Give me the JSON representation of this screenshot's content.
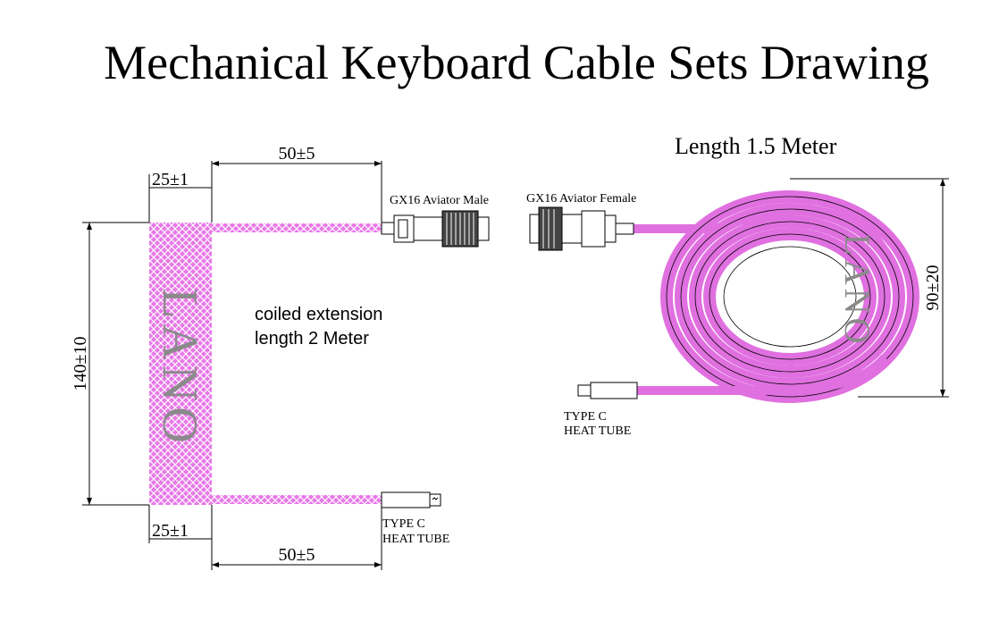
{
  "title": "Mechanical Keyboard Cable Sets Drawing",
  "coiled_cable": {
    "dim_top_left": "25±1",
    "dim_top_right": "50±5",
    "dim_bottom_left": "25±1",
    "dim_bottom_right": "50±5",
    "dim_height": "140±10",
    "brand": "LANO",
    "description_line1": "coiled extension",
    "description_line2": "length 2 Meter",
    "connector_top_label": "GX16 Aviator Male",
    "connector_bottom_label_line1": "TYPE C",
    "connector_bottom_label_line2": "HEAT TUBE"
  },
  "straight_cable": {
    "length_label": "Length 1.5 Meter",
    "connector_top_label": "GX16 Aviator Female",
    "dim_coil_diameter": "90±20",
    "brand": "LANO",
    "connector_bottom_label_line1": "TYPE C",
    "connector_bottom_label_line2": "HEAT TUBE"
  },
  "colors": {
    "cable": "#e070e0",
    "cable_dark": "#b040b0",
    "brand_text": "#8a8a8a"
  }
}
